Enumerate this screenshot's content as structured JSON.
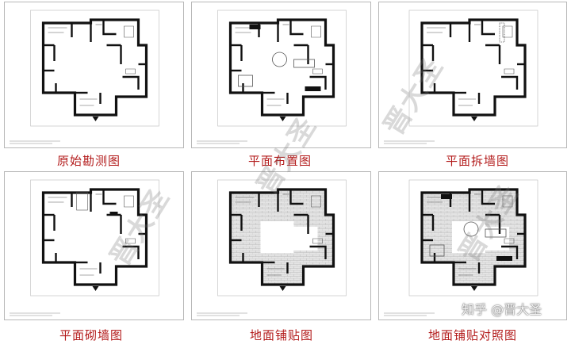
{
  "panels": [
    {
      "caption": "原始勘测图",
      "kind": "original"
    },
    {
      "caption": "平面布置图",
      "kind": "layout"
    },
    {
      "caption": "平面拆墙图",
      "kind": "demolition"
    },
    {
      "caption": "平面砌墙图",
      "kind": "masonry"
    },
    {
      "caption": "地面铺贴图",
      "kind": "flooring"
    },
    {
      "caption": "地面铺贴对照图",
      "kind": "flooring-compare"
    }
  ],
  "watermark_text": "晋大圣",
  "credit_text": "知乎 @晋大圣",
  "colors": {
    "caption": "#b31b1b",
    "wall": "#111111",
    "line": "#555555",
    "tile": "#cfcfcf"
  }
}
